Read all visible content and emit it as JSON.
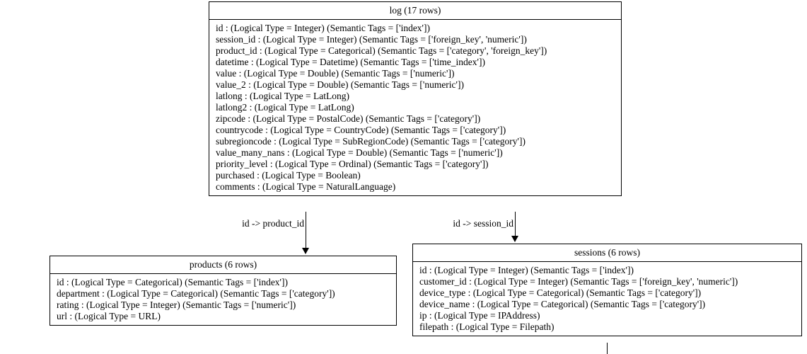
{
  "diagram": {
    "type": "entity-relationship-diagram",
    "background_color": "#ffffff",
    "line_color": "#000000",
    "text_color": "#000000"
  },
  "entities": [
    {
      "id": "log",
      "title": "log (17 rows)",
      "name": "log",
      "row_count": "17 rows",
      "fields": [
        "id : (Logical Type = Integer) (Semantic Tags = ['index'])",
        "session_id : (Logical Type = Integer) (Semantic Tags = ['foreign_key', 'numeric'])",
        "product_id : (Logical Type = Categorical) (Semantic Tags = ['category', 'foreign_key'])",
        "datetime : (Logical Type = Datetime) (Semantic Tags = ['time_index'])",
        "value : (Logical Type = Double) (Semantic Tags = ['numeric'])",
        "value_2 : (Logical Type = Double) (Semantic Tags = ['numeric'])",
        "latlong : (Logical Type = LatLong)",
        "latlong2 : (Logical Type = LatLong)",
        "zipcode : (Logical Type = PostalCode) (Semantic Tags = ['category'])",
        "countrycode : (Logical Type = CountryCode) (Semantic Tags = ['category'])",
        "subregioncode : (Logical Type = SubRegionCode) (Semantic Tags = ['category'])",
        "value_many_nans : (Logical Type = Double) (Semantic Tags = ['numeric'])",
        "priority_level : (Logical Type = Ordinal) (Semantic Tags = ['category'])",
        "purchased : (Logical Type = Boolean)",
        "comments : (Logical Type = NaturalLanguage)"
      ]
    },
    {
      "id": "products",
      "title": "products (6 rows)",
      "name": "products",
      "row_count": "6 rows",
      "fields": [
        "id : (Logical Type = Categorical) (Semantic Tags = ['index'])",
        "department : (Logical Type = Categorical) (Semantic Tags = ['category'])",
        "rating : (Logical Type = Integer) (Semantic Tags = ['numeric'])",
        "url : (Logical Type = URL)"
      ]
    },
    {
      "id": "sessions",
      "title": "sessions (6 rows)",
      "name": "sessions",
      "row_count": "6 rows",
      "fields": [
        "id : (Logical Type = Integer) (Semantic Tags = ['index'])",
        "customer_id : (Logical Type = Integer) (Semantic Tags = ['foreign_key', 'numeric'])",
        "device_type : (Logical Type = Categorical) (Semantic Tags = ['category'])",
        "device_name : (Logical Type = Categorical) (Semantic Tags = ['category'])",
        "ip : (Logical Type = IPAddress)",
        "filepath : (Logical Type = Filepath)"
      ]
    }
  ],
  "edges": [
    {
      "id": "log-products",
      "label": "id -> product_id",
      "from": "log",
      "to": "products"
    },
    {
      "id": "log-sessions",
      "label": "id -> session_id",
      "from": "log",
      "to": "sessions"
    }
  ]
}
